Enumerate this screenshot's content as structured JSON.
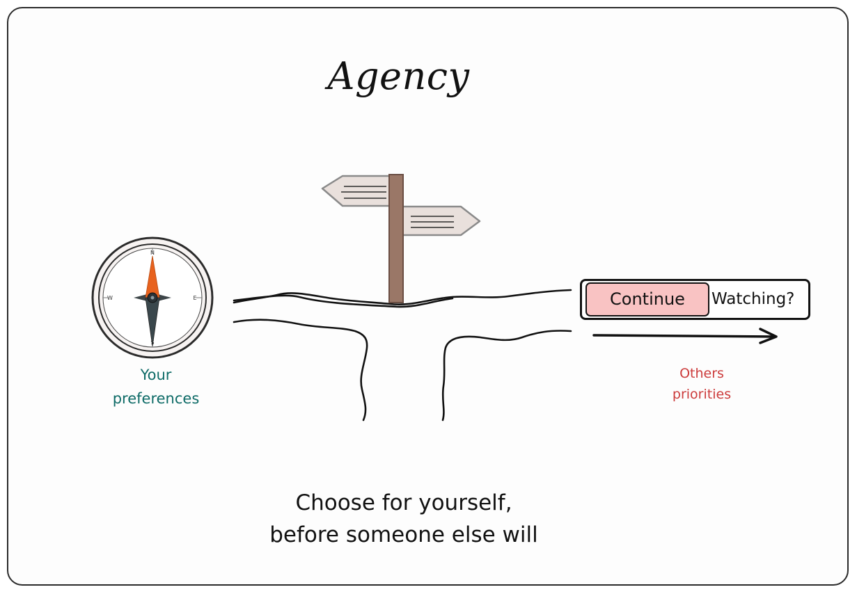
{
  "title": "Agency",
  "compass": {
    "directions": {
      "n": "N",
      "s": "S",
      "e": "E",
      "w": "W"
    },
    "needle_color": "#e8621e",
    "label_lines": [
      "Your",
      "preferences"
    ],
    "label_color": "#0e6b67"
  },
  "signpost": {
    "post_color": "#9a7767",
    "sign_color": "#e9e0dc"
  },
  "continue_watching": {
    "continue_label": "Continue",
    "watching_label": "Watching?",
    "highlight_color": "#f9c3c3"
  },
  "others_label_lines": [
    "Others",
    "priorities"
  ],
  "others_color": "#cc3b3b",
  "caption_lines": [
    "Choose for yourself,",
    "before someone else will"
  ]
}
